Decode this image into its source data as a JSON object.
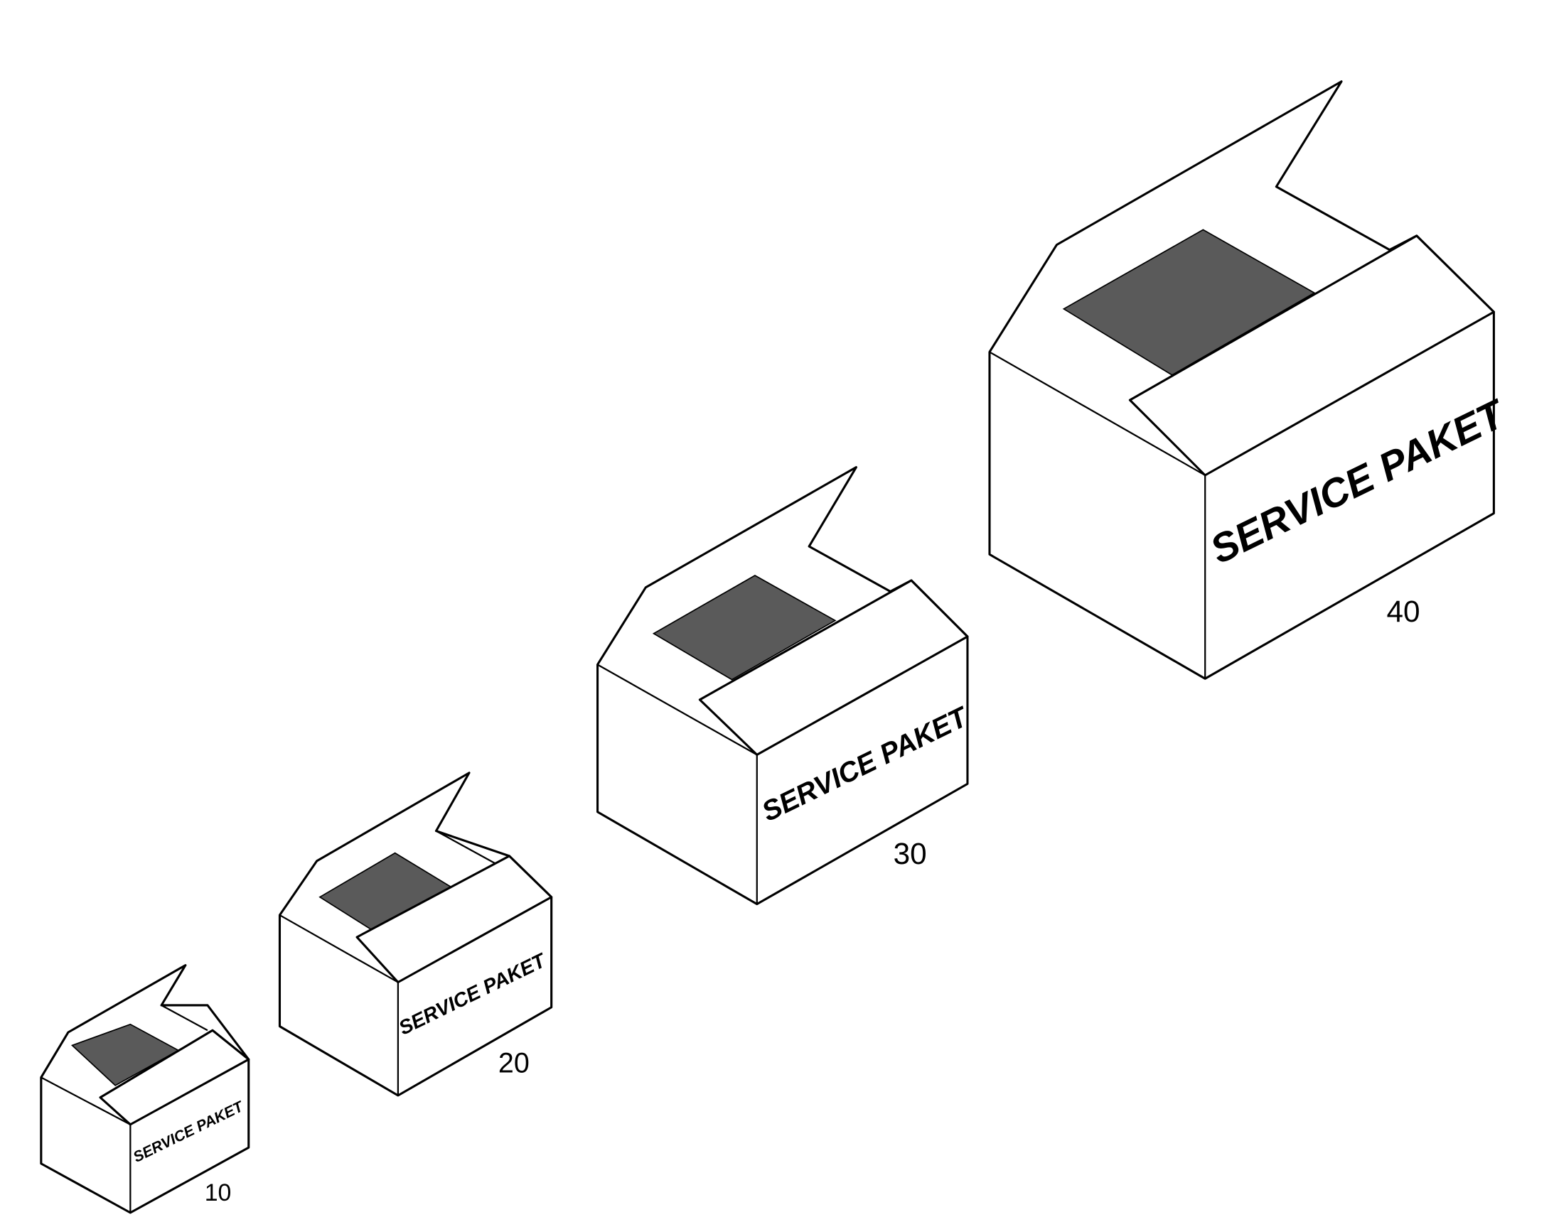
{
  "figure": {
    "boxes": [
      {
        "label": "SERVICE PAKET",
        "reference_number": "10"
      },
      {
        "label": "SERVICE PAKET",
        "reference_number": "20"
      },
      {
        "label": "SERVICE PAKET",
        "reference_number": "30"
      },
      {
        "label": "SERVICE PAKET",
        "reference_number": "40"
      }
    ]
  }
}
